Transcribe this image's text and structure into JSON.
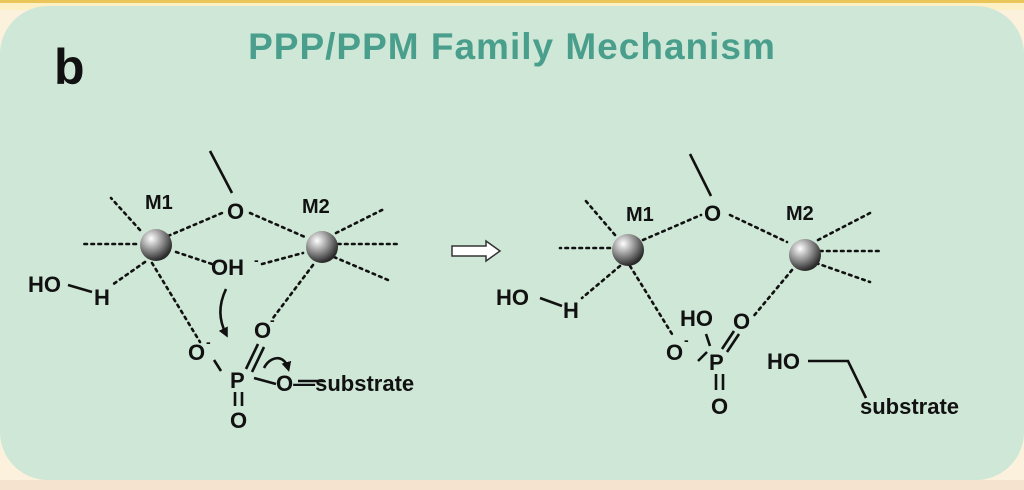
{
  "panel": {
    "letter": "b",
    "title": "PPP/PPM Family Mechanism"
  },
  "left": {
    "metal1": "M1",
    "metal2": "M2",
    "bridge_oxygen": "O",
    "hydroxide": "OH",
    "water": "HO",
    "water_h": "H",
    "phosphorus": "P",
    "oxygen": "O",
    "substrate": "O—substrate",
    "charge": "-"
  },
  "right": {
    "metal1": "M1",
    "metal2": "M2",
    "bridge_oxygen": "O",
    "water": "HO",
    "water_h": "H",
    "phosphate_ho": "HO",
    "phosphorus": "P",
    "oxygen": "O",
    "alcohol_ho": "HO",
    "substrate": "substrate",
    "charge": "-"
  },
  "colors": {
    "panel": "#cfe7d6",
    "title": "#4a9e8c"
  },
  "icons": {
    "reaction_arrow": "hollow-right-arrow-icon",
    "metal_ion": "metal-sphere-icon"
  }
}
